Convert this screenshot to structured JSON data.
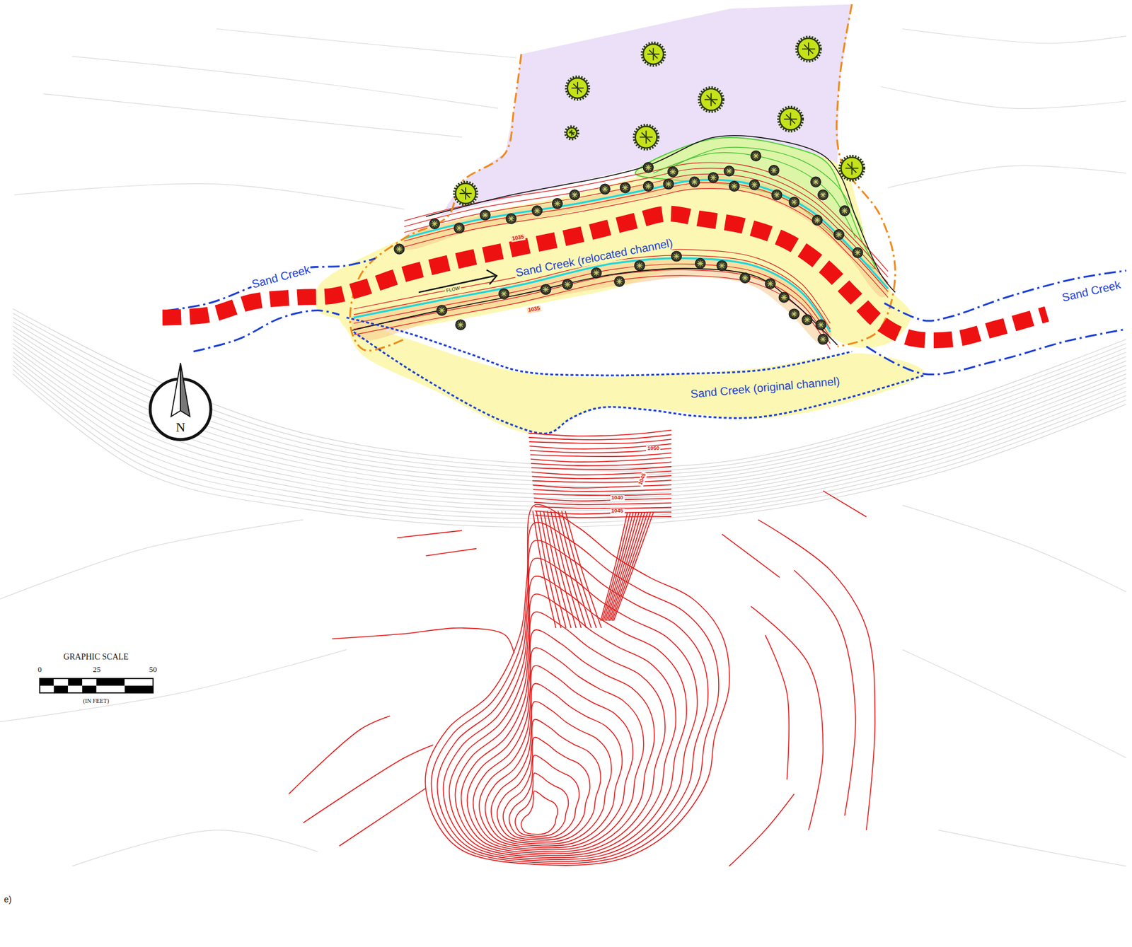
{
  "diagram": {
    "labels": [
      "1035",
      "Sand Creek (relocated channel)",
      "Sand Creek",
      "FLOW",
      "Sand Creek",
      "1035",
      "Sand Creek (original channel)",
      "N",
      "1050",
      "1045",
      "1040",
      "1045",
      "GRAPHIC SCALE",
      "0",
      "25",
      "50",
      "(IN FEET)",
      "e)"
    ]
  }
}
